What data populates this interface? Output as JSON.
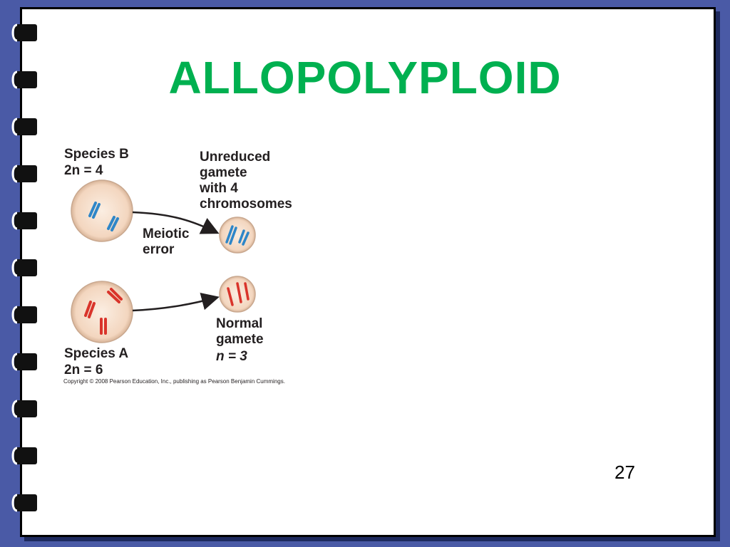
{
  "slide": {
    "title": "ALLOPOLYPLOID",
    "page_number": "27"
  },
  "diagram": {
    "species_b": {
      "name": "Species B",
      "ploidy": "2n = 4"
    },
    "unreduced_gamete": {
      "label": "Unreduced\ngamete\nwith 4\nchromosomes"
    },
    "meiotic_error": {
      "label": "Meiotic\nerror"
    },
    "species_a": {
      "name": "Species A",
      "ploidy": "2n = 6"
    },
    "normal_gamete": {
      "label": "Normal\ngamete",
      "ploidy": "n = 3"
    },
    "copyright": "Copyright © 2008 Pearson Education, Inc., publishing as Pearson Benjamin Cummings."
  },
  "colors": {
    "background": "#4a5aa6",
    "title": "#00b050",
    "cell_fill": "#f5dcc8",
    "cell_edge": "#c9a88f",
    "chromosome_blue": "#2e86c8",
    "chromosome_red": "#d9342b"
  }
}
